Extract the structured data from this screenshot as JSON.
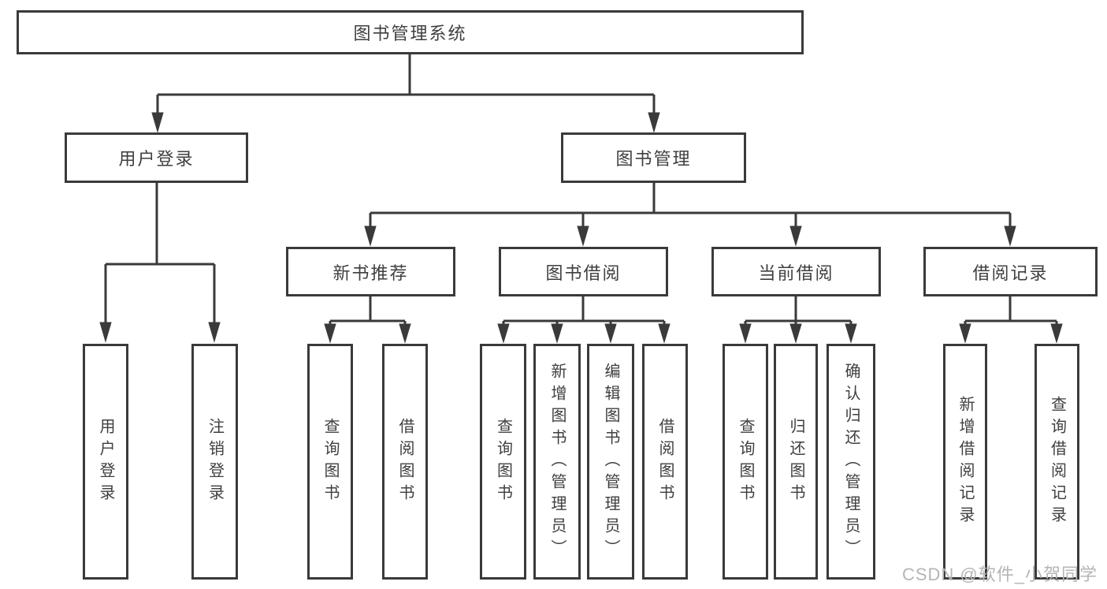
{
  "diagram": {
    "title": "图书管理系统",
    "root": {
      "label": "图书管理系统"
    },
    "level2": [
      {
        "id": "user-login",
        "label": "用户登录"
      },
      {
        "id": "book-management",
        "label": "图书管理"
      }
    ],
    "level3": [
      {
        "id": "new-book-recommend",
        "label": "新书推荐",
        "parent": "图书管理"
      },
      {
        "id": "book-borrow",
        "label": "图书借阅",
        "parent": "图书管理"
      },
      {
        "id": "current-borrow",
        "label": "当前借阅",
        "parent": "图书管理"
      },
      {
        "id": "borrow-records",
        "label": "借阅记录",
        "parent": "图书管理"
      }
    ],
    "leaves": {
      "user_login": [
        "用户登录",
        "注销登录"
      ],
      "new_book_recommend": [
        "查询图书",
        "借阅图书"
      ],
      "book_borrow": [
        "查询图书",
        "新增图书（管理员）",
        "编辑图书（管理员）",
        "借阅图书"
      ],
      "current_borrow": [
        "查询图书",
        "归还图书",
        "确认归还（管理员）"
      ],
      "borrow_records": [
        "新增借阅记录",
        "查询借阅记录"
      ]
    }
  },
  "watermark": {
    "text": "CSDN @软件_小贺同学"
  },
  "colors": {
    "line": "#3a3a3a",
    "box_border": "#3a3a3a",
    "text": "#3f3f3f",
    "watermark": "#b5b5b5",
    "background": "#ffffff"
  }
}
